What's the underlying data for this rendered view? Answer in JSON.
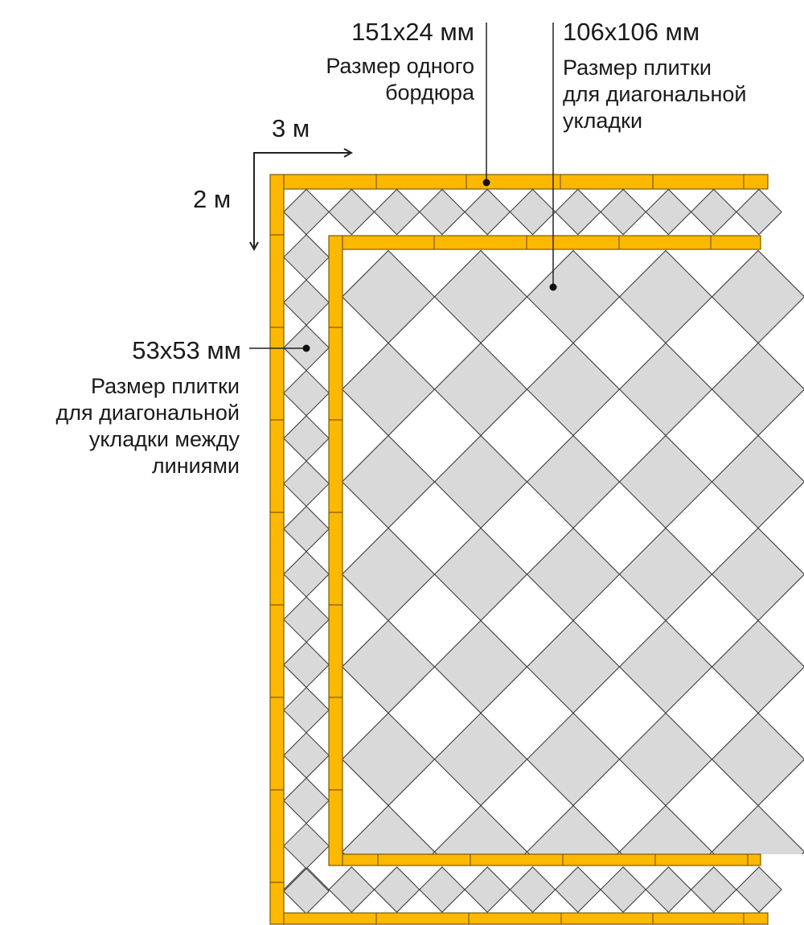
{
  "labels": {
    "border_size": "151x24 мм",
    "border_desc": [
      "Размер одного",
      "бордюра"
    ],
    "large_tile_size": "106x106 мм",
    "large_tile_desc": [
      "Размер плитки",
      "для диагональной",
      "укладки"
    ],
    "small_tile_size": "53x53 мм",
    "small_tile_desc": [
      "Размер плитки",
      "для диагональной",
      "укладки между",
      "линиями"
    ],
    "width_dim": "3 м",
    "height_dim": "2 м"
  },
  "colors": {
    "border": "#FFB800",
    "border_stroke": "#7a5a00",
    "tile": "#D9D9D9",
    "line": "#222222"
  }
}
